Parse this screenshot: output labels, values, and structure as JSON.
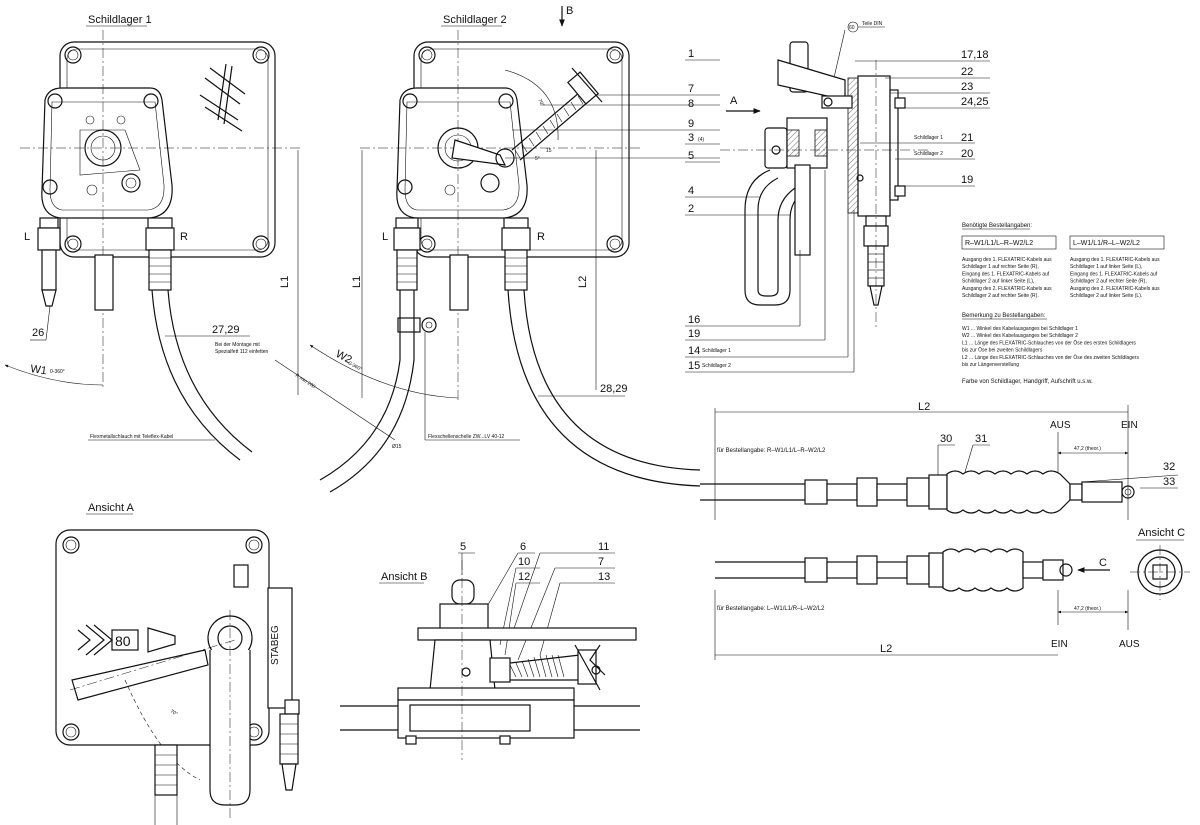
{
  "views": {
    "shield1_title": "Schildlager 1",
    "shield2_title": "Schildlager 2",
    "view_a_title": "Ansicht A",
    "view_b_title": "Ansicht B",
    "view_c_title": "Ansicht C",
    "section_mark": "B",
    "arrow_a": "A",
    "arrow_c": "C"
  },
  "side_labels": {
    "l": "L",
    "r": "R",
    "l1": "L1",
    "l2": "L2",
    "w1": "W1",
    "w1_angle": "0-360°",
    "w2": "W2",
    "w2_angle": "0-360°",
    "radius": "R min 200",
    "dia15": "Ø15",
    "angle_70": "70°",
    "angle_5": "5°",
    "dim_15": "15"
  },
  "notes": {
    "mount_note_1": "Bei der Montage mit",
    "mount_note_2": "Spezialfett 112 einfetten",
    "hose_note": "Flexmetallschlauch mit Teleflex-Kabel",
    "clamp_note": "Flexschellenschelle ZW...LV 40-12",
    "weld_note": "Teile DIN",
    "weld_num": "60",
    "opt_marker": "(4)",
    "shield1_suffix": "Schildlager 1",
    "shield2_suffix": "Schildlager 2"
  },
  "parts": {
    "p1": "1",
    "p2": "2",
    "p3": "3",
    "p4": "4",
    "p5": "5",
    "p6": "6",
    "p7": "7",
    "p8": "8",
    "p9": "9",
    "p10": "10",
    "p11": "11",
    "p12": "12",
    "p13": "13",
    "p14": "14",
    "p15": "15",
    "p16": "16",
    "p17_18": "17,18",
    "p19": "19",
    "p19b": "19",
    "p20": "20",
    "p21": "21",
    "p22": "22",
    "p23": "23",
    "p24_25": "24,25",
    "p26": "26",
    "p27_29": "27,29",
    "p28_29": "28,29",
    "p30": "30",
    "p31": "31",
    "p32": "32",
    "p33": "33",
    "p5b": "5",
    "p7b": "7"
  },
  "order_info": {
    "heading": "Benötigte Bestellangaben:",
    "code_left": "R–W1/L1/L–R–W2/L2",
    "code_right": "L–W1/L1/R–L–W2/L2",
    "left_lines": [
      "Ausgang des 1. FLEXATRIC-Kabels aus",
      "Schildlager 1 auf rechter Seite (R),",
      "Eingang des 1. FLEXATRIC-Kabels auf",
      "Schildlager 2 auf linker Seite (L),",
      "Ausgang des 2. FLEXATRIC-Kabels aus",
      "Schildlager 2 auf rechter Seite (R)."
    ],
    "right_lines": [
      "Ausgang des 1. FLEXATRIC-Kabels aus",
      "Schildlager 1 auf linker Seite (L),",
      "Eingang des 1. FLEXATRIC-Kabels auf",
      "Schildlager 2 auf rechter Seite (R),",
      "Ausgang des 2. FLEXATRIC-Kabels aus",
      "Schildlager 2 auf linker Seite (L)."
    ],
    "legend_heading": "Bemerkung zu Bestellangaben:",
    "legend_lines": [
      "W1 ...     Winkel des Kabelausganges bei Schildlager 1",
      "W2 ...     Winkel des Kabelausganges bei Schildlager 2",
      "L1 ...     Länge des FLEXATRIC-Schlauches von der Öse des ersten Schildlagers",
      "              bis zur Öse bei zweiten Schildlagers",
      "L2 ...     Länge des FLEXATRIC-Schlauches von der Öse des zweiten Schildlagers",
      "              bis zur Längenverstellung"
    ],
    "color_line": "Farbe von Schildlager, Handgriff, Aufschrift u.s.w."
  },
  "bottom": {
    "l2_top": "L2",
    "l2_bottom": "L2",
    "aus_top": "AUS",
    "ein_top": "EIN",
    "aus_bottom": "AUS",
    "ein_bottom": "EIN",
    "stroke_top": "47,2 (theor.)",
    "stroke_bottom": "47,2 (theor.)",
    "order_top": "für Bestellangabe: R–W1/L1/L–R–W2/L2",
    "order_bottom": "für Bestellangabe: L–W1/L1/R–L–W2/L2"
  },
  "brand": {
    "stabeg": "STABEG",
    "plate_text": "80"
  }
}
